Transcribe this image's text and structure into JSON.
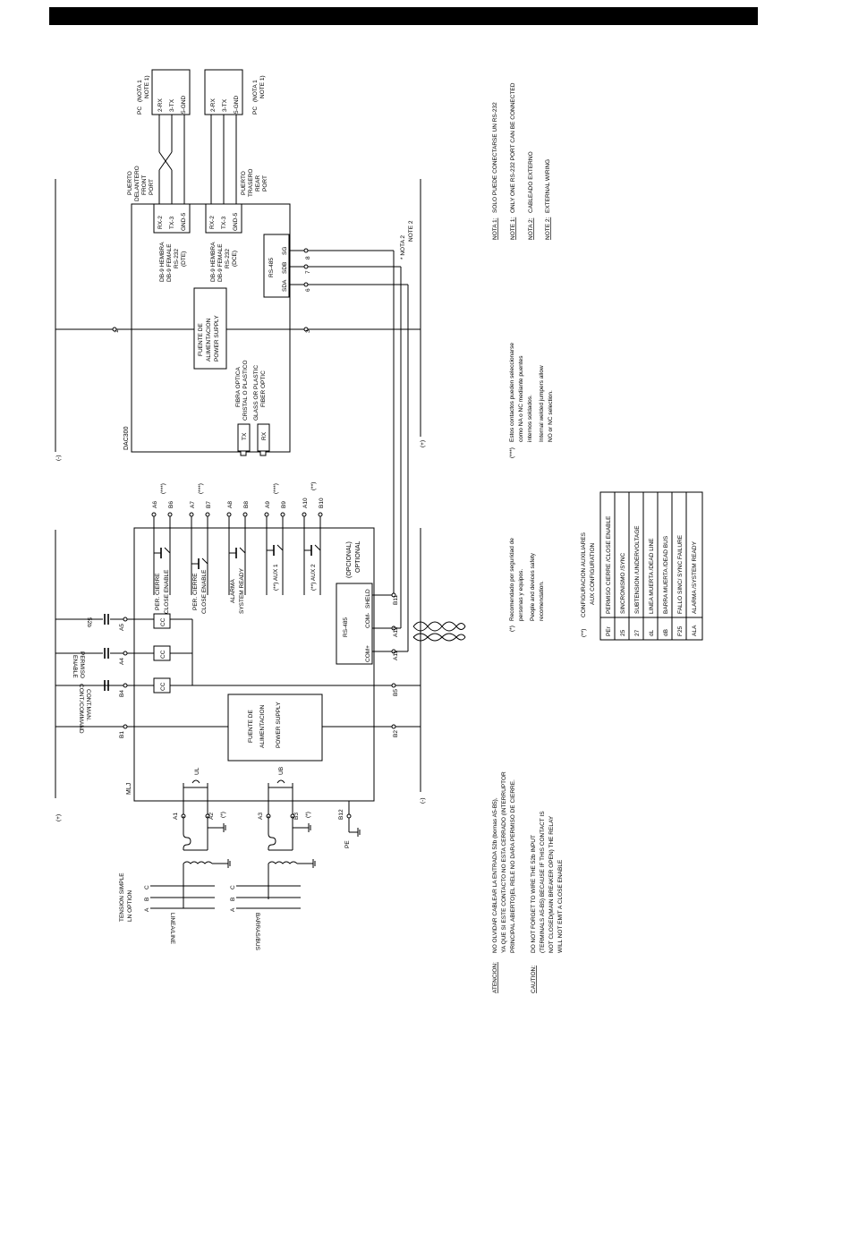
{
  "device_top": {
    "model": "DAC300",
    "power_supply": [
      "FUENTE DE",
      "ALIMENTACION",
      "POWER SUPPLY"
    ],
    "fiber": [
      "FIBRA OPTICA",
      "CRISTAL O PLASTICO",
      "GLASS OR PLASTIC",
      "FIBER OPTIC"
    ],
    "tx": "TX",
    "rx": "RX",
    "rs485": "RS-485",
    "rs485_pins": [
      "SDA",
      "SDB",
      "SG"
    ],
    "pin_numbers": [
      "6",
      "7",
      "8"
    ],
    "pin_1": "1",
    "pin_3": "3",
    "db9_dte": [
      "DB-9 HEMBRA",
      "DB-9 FEMALE",
      "RS-232",
      "(DTE)"
    ],
    "db9_dce": [
      "DB-9 HEMBRA",
      "DB-9 FEMALE",
      "RS-232",
      "(DCE)"
    ],
    "front_port": [
      "PUERTO",
      "DELANTERO",
      "FRONT",
      "PORT"
    ],
    "rear_port": [
      "PUERTO",
      "TRASERO",
      "REAR",
      "PORT"
    ],
    "port_pins": [
      "RX-2",
      "TX-3",
      "GND-5"
    ],
    "pc_pins": [
      "2-RX",
      "3-TX",
      "5-GND"
    ],
    "pc": "PC",
    "nota1": [
      "(NOTA 1",
      "NOTE 1)"
    ],
    "nota2": [
      "* NOTA 2",
      "NOTE 2"
    ],
    "plus": "(+)",
    "minus": "(-)"
  },
  "device_bottom": {
    "model": "MLJ",
    "power_supply": [
      "FUENTE DE",
      "ALIMENTACION",
      "POWER SUPPLY"
    ],
    "cc": "CC",
    "terminals_a": [
      "A6",
      "A7",
      "A8",
      "A9",
      "A10"
    ],
    "terminals_b": [
      "B6",
      "B7",
      "B8",
      "B9",
      "B10"
    ],
    "triple_star": "(***)",
    "double_star": "(**)",
    "relays": [
      [
        "PER. CIERRE",
        "CLOSE ENABLE"
      ],
      [
        "PER. CIERRE",
        "CLOSE ENABLE"
      ],
      [
        "ALARMA",
        "SYSTEM READY"
      ],
      [
        "(**) AUX 1"
      ],
      [
        "(**) AUX 2"
      ]
    ],
    "optional": [
      "(OPCIONAL)",
      "OPTIONAL"
    ],
    "rs485": "RS-485",
    "rs485_pins": [
      "COM+",
      "COM-",
      "SHELD"
    ],
    "rs485_terminals": [
      "A11",
      "A12",
      "B11"
    ],
    "inputs": [
      "52b",
      "PERMISO",
      "ENABLE",
      "CONT.MAN.",
      "CONT./COMMAND"
    ],
    "input_terminals": [
      "A5",
      "A4",
      "B4",
      "B1"
    ],
    "aux_terminals": [
      "B5",
      "B2"
    ],
    "ul": "UL",
    "ub": "UB",
    "vt_terminals": [
      "A1",
      "A2",
      "A3",
      "B3",
      "B12"
    ],
    "star": "(*)",
    "pe": "PE",
    "tension": [
      "TENSION SIMPLE",
      "LN OPTION"
    ],
    "phases": [
      "A",
      "B",
      "C"
    ],
    "linea": "LINEA/LINE",
    "barras": "BARRAS/BUS",
    "plus": "(+)",
    "minus": "(-)"
  },
  "notes_right": {
    "nota1_label": "NOTA 1:",
    "nota1_es": "SOLO PUEDE CONECTARSE   UN RS-232",
    "note1_label": "NOTE 1:",
    "note1_en": "ONLY ONE RS-232 PORT CAN BE CONNECTED",
    "nota2_label": "NOTA 2:",
    "nota2_es": "CABLEADO EXTERNO",
    "note2_label": "NOTE 2:",
    "note2_en": "EXTERNAL WIRING"
  },
  "notes_mid": {
    "contacts_marker": "(***)",
    "contacts": [
      "Estos contactos pueden seleccionarse",
      "como NA o NC mediante puentes",
      "internos soldados.",
      "Internal welded jumpers allow",
      "NO or NC selection."
    ],
    "safety_marker": "(*)",
    "safety": [
      "Recomendado por seguridad de",
      "personas y equipos.",
      "People and devices    safety",
      "recomendation."
    ],
    "aux_marker": "(**)",
    "aux_title": [
      "CONFIGURACION AUXILIARES",
      "AUX CONFIGURATION"
    ]
  },
  "aux_table": [
    {
      "code": "PEr",
      "desc": "PERMISO CIERRE    /CLOSE ENABLE"
    },
    {
      "code": "25",
      "desc": "SINCRONISMO /SYNC"
    },
    {
      "code": "27",
      "desc": "SUBTENSION    /UNDERVOLTAGE"
    },
    {
      "code": "dL",
      "desc": "LINEA MUERTA    /DEAD LINE"
    },
    {
      "code": "dB",
      "desc": "BARRA MUERTA    /DEAD BUS"
    },
    {
      "code": "F25",
      "desc": "FALLO SINC/    SYNC FAILURE"
    },
    {
      "code": "ALA",
      "desc": "ALARMA    /SYSTEM READY"
    }
  ],
  "notes_bottom": {
    "atencion_label": "ATENCION:",
    "atencion": [
      "NO OLVIDAR CABLEAR LA ENTRADA   52b   (bornas A5-B5),",
      "YA QUE SI ESTE CONTACTO NO ESTA CERRADO (INTERRUPTOR",
      "PRINCIPAL ABIERTO)EL RELE NO DARA PERMISO DE CIERRE."
    ],
    "caution_label": "CAUTION:",
    "caution": [
      "DO NOT FORGET TO WIRE THE   52b INPUT",
      "(TERMINALS A5-B5)     BECAUSE IF THIS      CONTACT IS",
      "NOT CLOSED(MAIN BREAKER OPEN)     THE RELAY",
      "WILL NOT EMIT A CLOSE ENABLE"
    ]
  }
}
